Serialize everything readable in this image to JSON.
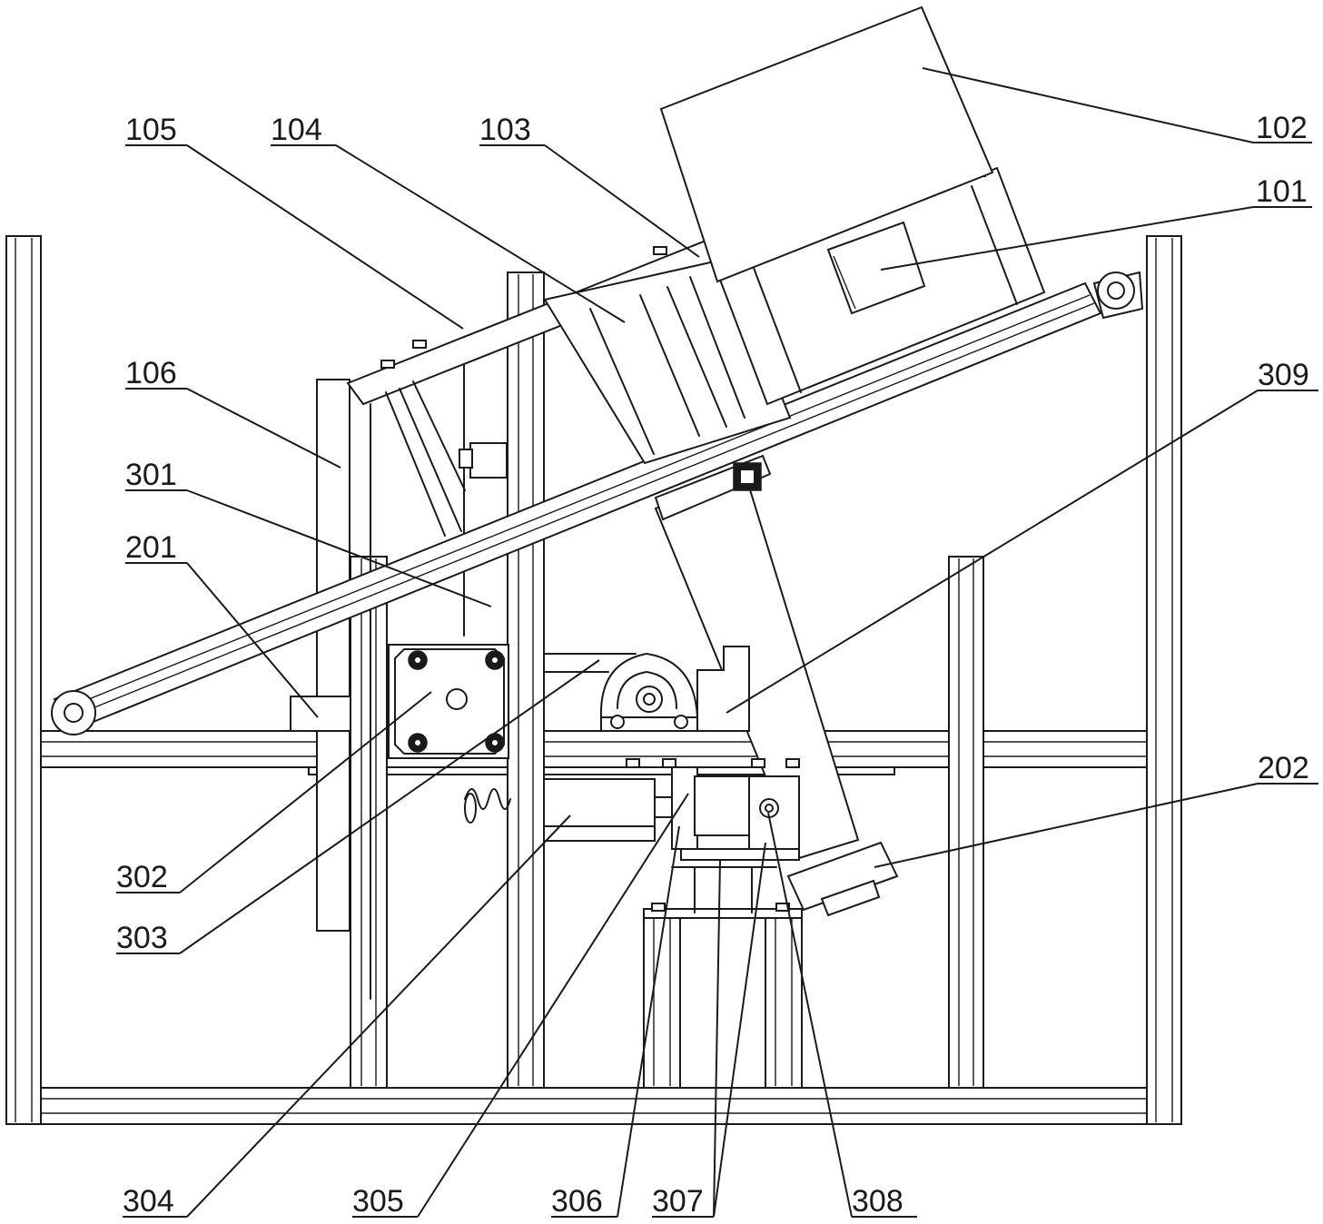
{
  "labels": {
    "l101": "101",
    "l102": "102",
    "l103": "103",
    "l104": "104",
    "l105": "105",
    "l106": "106",
    "l201": "201",
    "l202": "202",
    "l301": "301",
    "l302": "302",
    "l303": "303",
    "l304": "304",
    "l305": "305",
    "l306": "306",
    "l307": "307",
    "l308": "308",
    "l309": "309"
  }
}
